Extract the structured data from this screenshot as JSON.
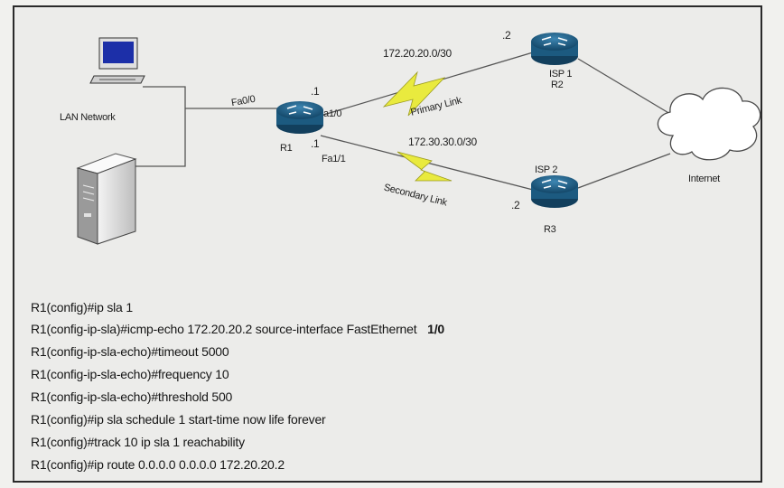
{
  "diagram": {
    "lan_network_label": "LAN Network",
    "r1": {
      "name": "R1",
      "if_fa00": "Fa0/0",
      "if_fa10": "a1/0",
      "if_fa11": "Fa1/1",
      "ip_top": ".1",
      "ip_bottom": ".1"
    },
    "r2": {
      "name": "R2",
      "isp": "ISP 1",
      "ip": ".2"
    },
    "r3": {
      "name": "R3",
      "isp": "ISP 2",
      "ip": ".2"
    },
    "primary_link": {
      "subnet": "172.20.20.0/30",
      "label": "Primary Link"
    },
    "secondary_link": {
      "subnet": "172.30.30.0/30",
      "label": "Secondary Link"
    },
    "internet_label": "Internet"
  },
  "config": {
    "lines": [
      "R1(config)#ip sla 1",
      "R1(config-ip-sla)#icmp-echo 172.20.20.2 source-interface FastEthernet",
      "R1(config-ip-sla-echo)#timeout 5000",
      "R1(config-ip-sla-echo)#frequency 10",
      "R1(config-ip-sla-echo)#threshold 500",
      "R1(config)#ip sla schedule 1 start-time now life forever",
      "R1(config)#track 10 ip sla 1 reachability",
      "R1(config)#ip route 0.0.0.0 0.0.0.0 172.20.20.2"
    ],
    "line2_suffix": "1/0"
  },
  "colors": {
    "router": "#1f5f86",
    "serial_link": "#e8e840",
    "text": "#1e1e1e"
  }
}
